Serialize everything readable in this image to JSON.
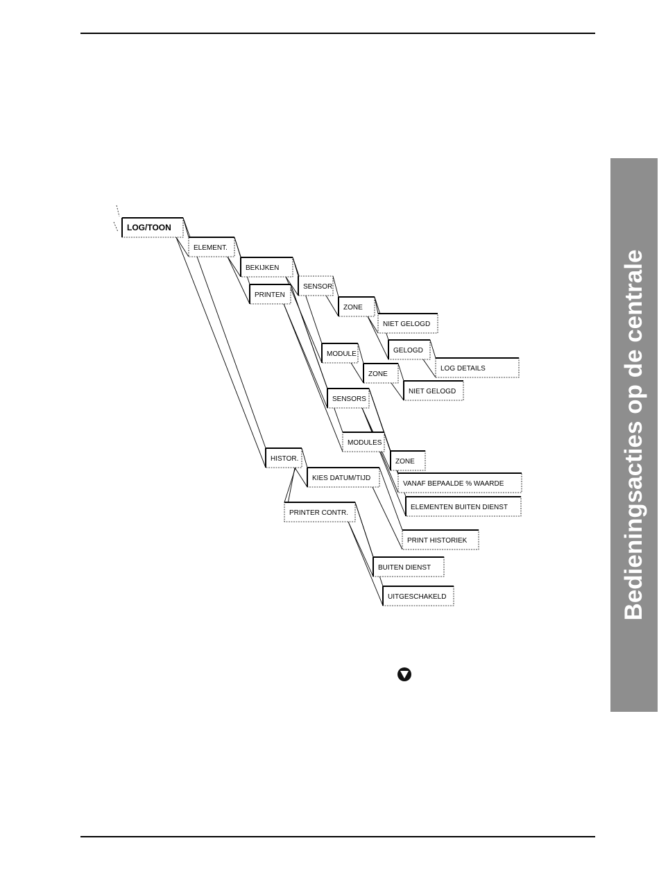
{
  "side_tab": {
    "title": "Bedieningsacties op de centrale"
  },
  "menu_tree": {
    "root": "LOG/TOON",
    "nodes": [
      {
        "id": "log-toon",
        "label": "LOG/TOON",
        "parent": null
      },
      {
        "id": "element",
        "label": "ELEMENT.",
        "parent": "log-toon"
      },
      {
        "id": "bekijken",
        "label": "BEKIJKEN",
        "parent": "element"
      },
      {
        "id": "printen",
        "label": "PRINTEN",
        "parent": "element"
      },
      {
        "id": "sensor",
        "label": "SENSOR",
        "parent": "bekijken"
      },
      {
        "id": "zone-1",
        "label": "ZONE",
        "parent": "sensor"
      },
      {
        "id": "niet-gelogd-1",
        "label": "NIET GELOGD",
        "parent": "zone-1"
      },
      {
        "id": "gelogd",
        "label": "GELOGD",
        "parent": "zone-1"
      },
      {
        "id": "log-details",
        "label": "LOG DETAILS",
        "parent": "gelogd"
      },
      {
        "id": "module",
        "label": "MODULE",
        "parent": "bekijken"
      },
      {
        "id": "zone-2",
        "label": "ZONE",
        "parent": "module"
      },
      {
        "id": "niet-gelogd-2",
        "label": "NIET GELOGD",
        "parent": "zone-2"
      },
      {
        "id": "sensors",
        "label": "SENSORS",
        "parent": "printen"
      },
      {
        "id": "modules",
        "label": "MODULES",
        "parent": "printen"
      },
      {
        "id": "zone-3",
        "label": "ZONE",
        "parent": "sensors"
      },
      {
        "id": "vanaf",
        "label": "VANAF BEPAALDE % WAARDE",
        "parent": "sensors"
      },
      {
        "id": "elementen-buiten-dienst",
        "label": "ELEMENTEN BUITEN DIENST",
        "parent": "sensors"
      },
      {
        "id": "histor",
        "label": "HISTOR.",
        "parent": "log-toon"
      },
      {
        "id": "kies-datum",
        "label": "KIES DATUM/TIJD",
        "parent": "histor"
      },
      {
        "id": "print-historiek",
        "label": "PRINT HISTORIEK",
        "parent": "kies-datum"
      },
      {
        "id": "printer-contr",
        "label": "PRINTER CONTR.",
        "parent": "histor"
      },
      {
        "id": "buiten-dienst",
        "label": "BUITEN DIENST",
        "parent": "printer-contr"
      },
      {
        "id": "uitgeschakeld",
        "label": "UITGESCHAKELD",
        "parent": "printer-contr"
      }
    ]
  },
  "navigation": {
    "icon": "down-triangle-icon"
  },
  "colors": {
    "side_tab": "#8e8e8e",
    "line": "#000000"
  }
}
